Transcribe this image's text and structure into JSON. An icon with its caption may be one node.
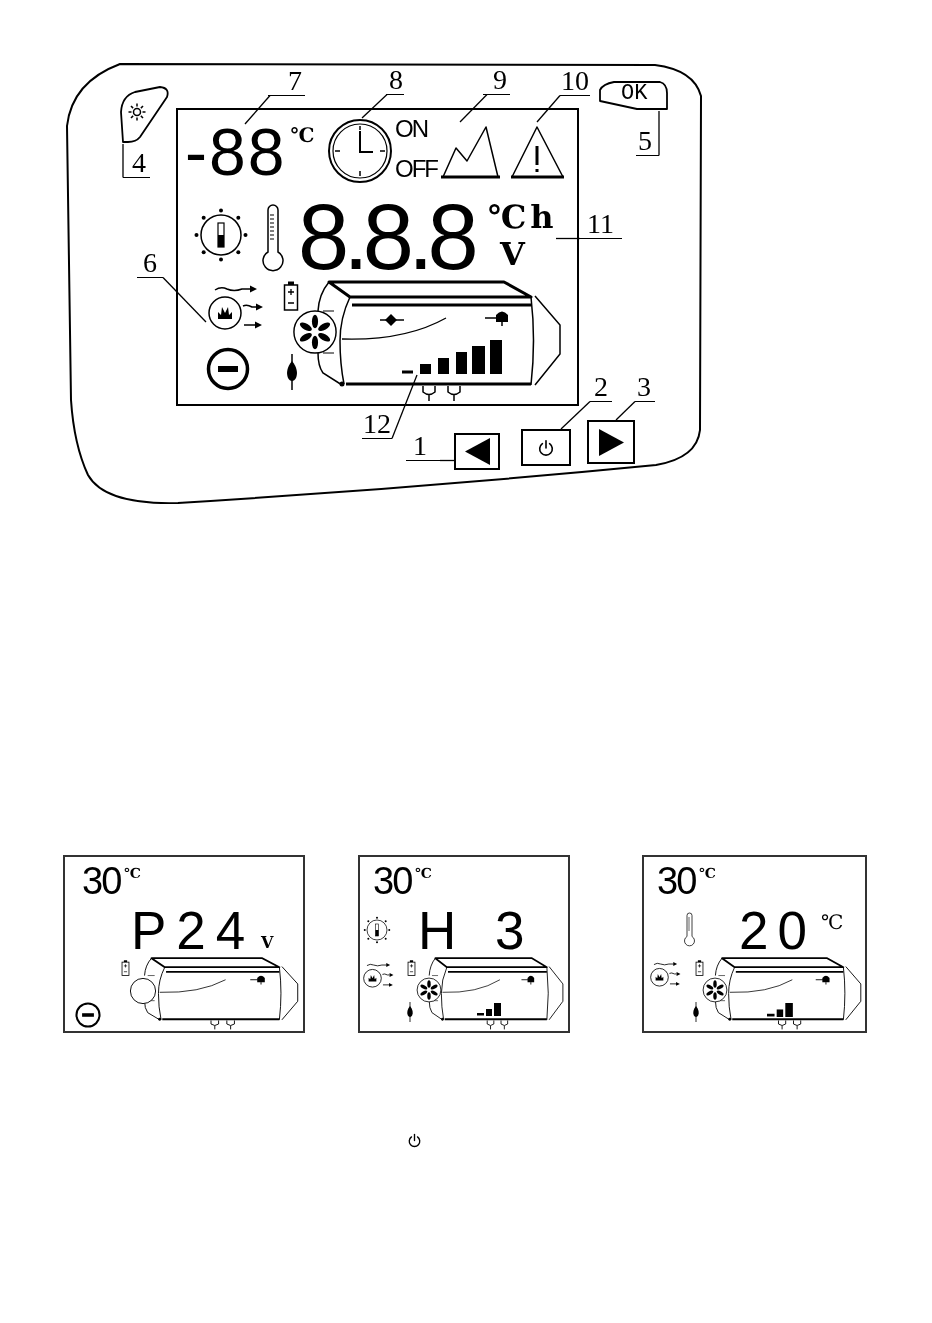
{
  "diagram": {
    "nodes": [
      {
        "text": [
          "8.8.8"
        ]
      },
      {
        "text": [
          "-88",
          "℃"
        ],
        "in": 0
      },
      {
        "text": [],
        "shape": "picture",
        "beside": [
          "ON",
          "OFF"
        ],
        "in": 0
      },
      {
        "text": [],
        "shape": "picture",
        "in": 0
      },
      {
        "text": [],
        "shape": "picture",
        "in": 0
      },
      {
        "text": [
          "℃",
          "h",
          "V"
        ],
        "in": 0
      },
      {
        "text": [],
        "shape": "picture",
        "in": 0
      },
      {
        "text": [],
        "shape": "picture",
        "in": 0
      },
      {
        "text": [],
        "shape": "box"
      },
      {
        "text": [
          "OK"
        ]
      },
      {
        "text": [],
        "shape": "box"
      },
      {
        "text": [],
        "shape": "box"
      },
      {
        "text": [],
        "shape": "box"
      },
      {
        "text": [
          "1"
        ]
      },
      {
        "text": [
          "2"
        ]
      },
      {
        "text": [
          "3"
        ]
      },
      {
        "text": [
          "4"
        ]
      },
      {
        "text": [
          "5"
        ]
      },
      {
        "text": [
          "6"
        ]
      },
      {
        "text": [
          "7"
        ]
      },
      {
        "text": [
          "8"
        ]
      },
      {
        "text": [
          "9"
        ]
      },
      {
        "text": [
          "10"
        ]
      },
      {
        "text": [
          "11"
        ]
      },
      {
        "text": [
          "12"
        ]
      },
      {
        "text": [
          "30",
          "℃",
          "P24",
          "V"
        ]
      },
      {
        "text": [
          "30",
          "℃",
          "H 3"
        ]
      },
      {
        "text": [
          "30",
          "℃",
          "20",
          "℃"
        ]
      }
    ],
    "edges": [
      {
        "from": 13,
        "to": 10,
        "arrow": "none"
      },
      {
        "from": 14,
        "to": 11,
        "arrow": "none"
      },
      {
        "from": 15,
        "to": 12,
        "arrow": "none"
      },
      {
        "from": 16,
        "to": 8,
        "arrow": "none"
      },
      {
        "from": 17,
        "to": 9,
        "arrow": "none"
      },
      {
        "from": 18,
        "to": 6,
        "arrow": "none"
      },
      {
        "from": 19,
        "to": 1,
        "arrow": "none"
      },
      {
        "from": 20,
        "to": 2,
        "arrow": "none"
      },
      {
        "from": 21,
        "to": 3,
        "arrow": "none"
      },
      {
        "from": 22,
        "to": 4,
        "arrow": "none"
      },
      {
        "from": 23,
        "to": 5,
        "arrow": "none"
      },
      {
        "from": 24,
        "to": 7,
        "arrow": "none"
      }
    ]
  }
}
